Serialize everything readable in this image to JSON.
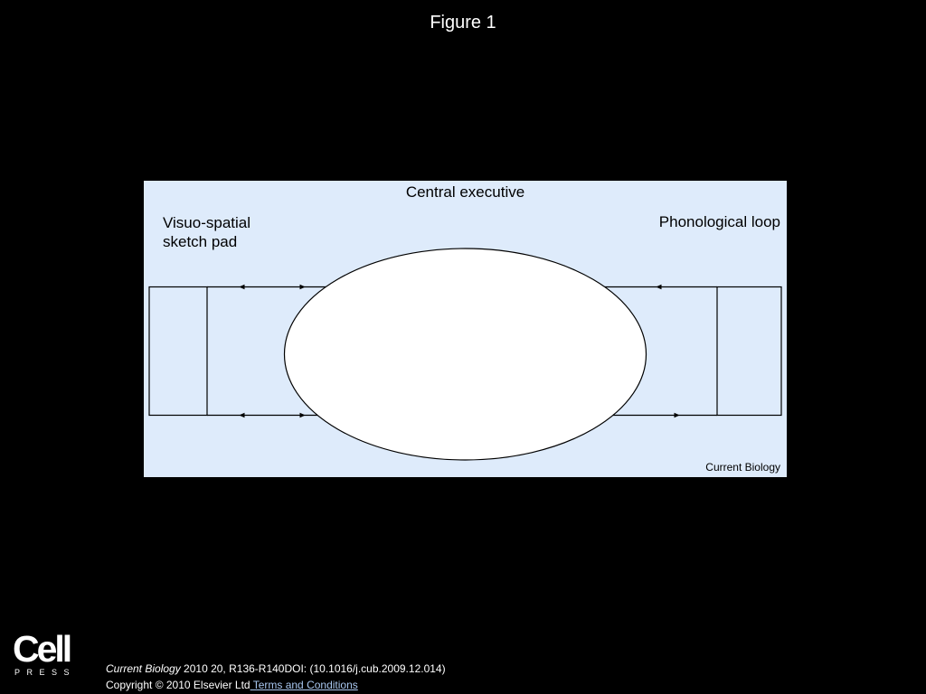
{
  "figure": {
    "title": "Figure 1"
  },
  "diagram": {
    "central_executive": "Central executive",
    "visuo_spatial": [
      "Visuo-spatial",
      "sketch pad"
    ],
    "phonological_loop": "Phonological loop",
    "journal_mark": "Current Biology",
    "colors": {
      "panel_bg": "#deebfb",
      "ellipse_fill": "#ffffff",
      "stroke": "#000000"
    }
  },
  "footer": {
    "logo_word": "Cell",
    "logo_sub": "PRESS",
    "journal": "Current Biology",
    "citation_rest": " 2010 20, R136-R140DOI: (10.1016/j.cub.2009.12.014)",
    "copyright": "Copyright © 2010 Elsevier Ltd",
    "terms_link": " Terms and Conditions"
  }
}
